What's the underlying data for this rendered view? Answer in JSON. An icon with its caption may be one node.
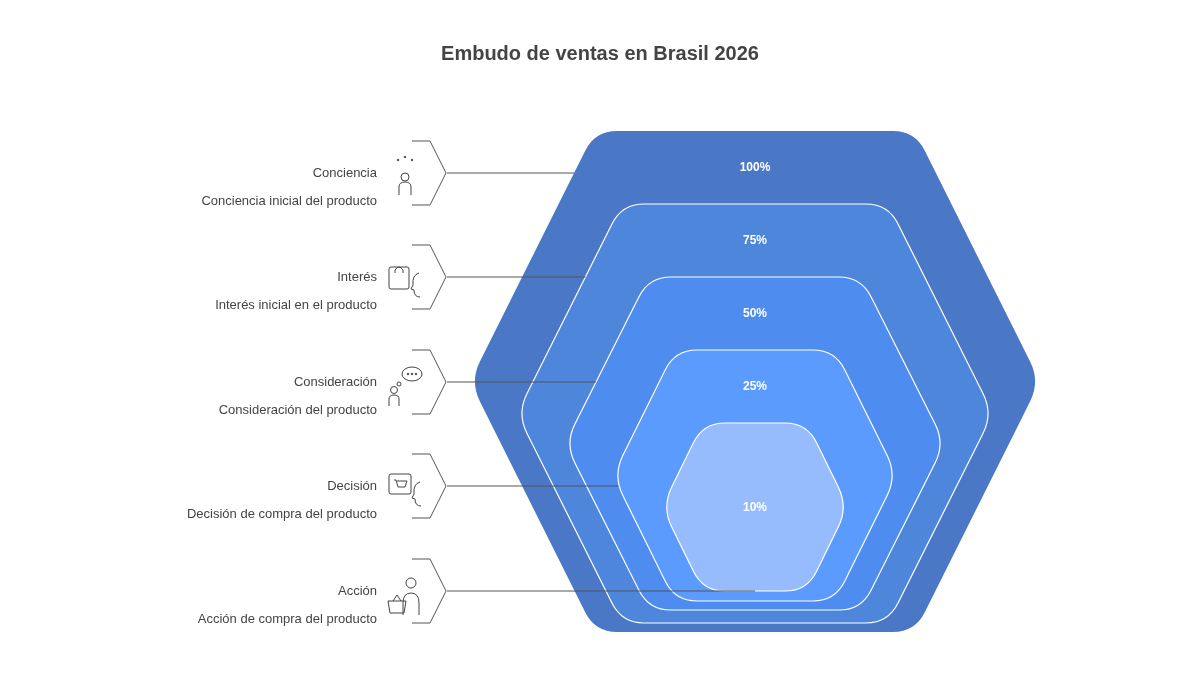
{
  "diagram": {
    "title": "Embudo de ventas en Brasil 2026",
    "nodes": [
      {
        "text": [
          "Conciencia",
          "Conciencia inicial del producto"
        ]
      },
      {
        "text": [
          "Interés",
          "Interés inicial en el producto"
        ]
      },
      {
        "text": [
          "Consideración",
          "Consideración del producto"
        ]
      },
      {
        "text": [
          "Decisión",
          "Decisión de compra del producto"
        ]
      },
      {
        "text": [
          "Acción",
          "Acción de compra del producto"
        ]
      },
      {
        "text": [
          "100%"
        ]
      },
      {
        "text": [
          "75%"
        ],
        "in": 5
      },
      {
        "text": [
          "50%"
        ],
        "in": 6
      },
      {
        "text": [
          "25%"
        ],
        "in": 7
      },
      {
        "text": [
          "10%"
        ],
        "in": 8
      }
    ],
    "edges": [
      {
        "from": 0,
        "to": 5,
        "arrow": "none"
      },
      {
        "from": 1,
        "to": 6,
        "arrow": "none"
      },
      {
        "from": 2,
        "to": 7,
        "arrow": "none"
      },
      {
        "from": 3,
        "to": 8,
        "arrow": "none"
      },
      {
        "from": 4,
        "to": 9,
        "arrow": "none"
      }
    ]
  }
}
